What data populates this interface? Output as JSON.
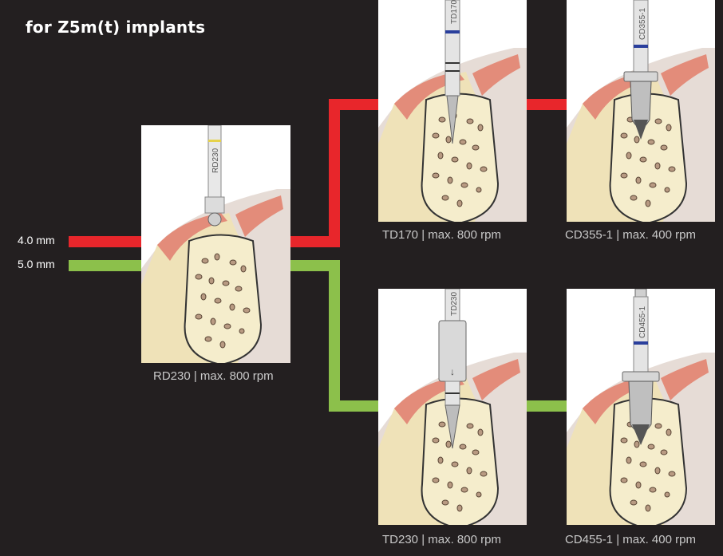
{
  "title": "for Z5m(t) implants",
  "legend": {
    "red_label": "4.0 mm",
    "green_label": "5.0 mm",
    "red_color": "#e8262b",
    "green_color": "#8cc04b"
  },
  "instruments": {
    "rd230": {
      "label": "RD230",
      "caption": "RD230 | max. 800 rpm"
    },
    "td170": {
      "label": "TD170",
      "caption": "TD170 | max. 800 rpm"
    },
    "cd355": {
      "label": "CD355-1",
      "caption": "CD355-1 | max. 400 rpm"
    },
    "td230": {
      "label": "TD230",
      "caption": "TD230 | max. 800 rpm"
    },
    "cd455": {
      "label": "CD455-1",
      "caption": "CD455-1 | max. 400 rpm"
    }
  }
}
